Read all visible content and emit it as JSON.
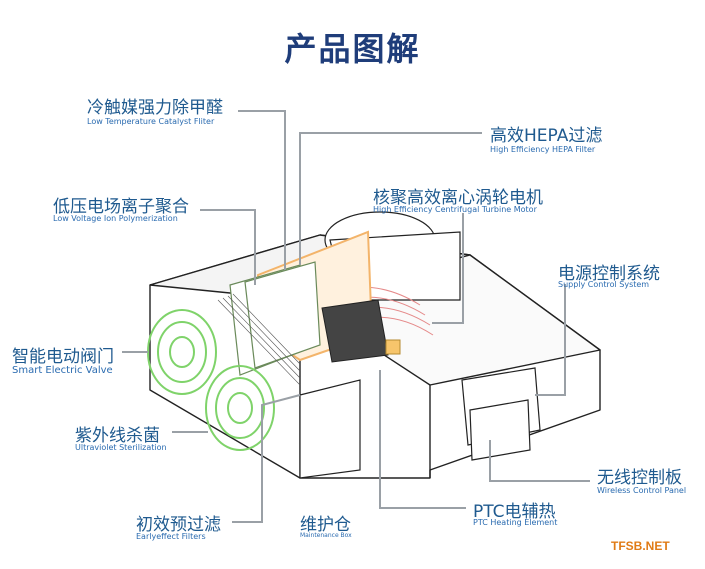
{
  "title": "产品图解",
  "labels": {
    "catalyst": {
      "cn": "冷触媒强力除甲醛",
      "en": "Low Temperature Catalyst Fliter"
    },
    "hepa": {
      "cn": "高效HEPA过滤",
      "en": "High Efficiency HEPA Filter"
    },
    "ion": {
      "cn": "低压电场离子聚合",
      "en": "Low Voltage Ion Polymerization"
    },
    "motor": {
      "cn": "核聚高效离心涡轮电机",
      "en": "High Efficiency Centrifugal Turbine Motor"
    },
    "supply": {
      "cn": "电源控制系统",
      "en": "Supply Control System"
    },
    "valve": {
      "cn": "智能电动阀门",
      "en": "Smart Electric Valve"
    },
    "uv": {
      "cn": "紫外线杀菌",
      "en": "Ultraviolet Sterilization"
    },
    "wireless": {
      "cn": "无线控制板",
      "en": "Wireless Control Panel"
    },
    "primary": {
      "cn": "初效预过滤",
      "en": "Earlyeffect Filters"
    },
    "maintenance": {
      "cn": "维护仓",
      "en": "Maintenance Box"
    },
    "ptc": {
      "cn": "PTC电辅热",
      "en": "PTC Heating Element"
    }
  },
  "watermark": "TFSB.NET",
  "colors": {
    "leader": "#9aa0a6",
    "title": "#1f3d7a",
    "label": "#1f5a8f",
    "accent_green": "#7fd36a",
    "accent_orange": "#f3b46a"
  }
}
